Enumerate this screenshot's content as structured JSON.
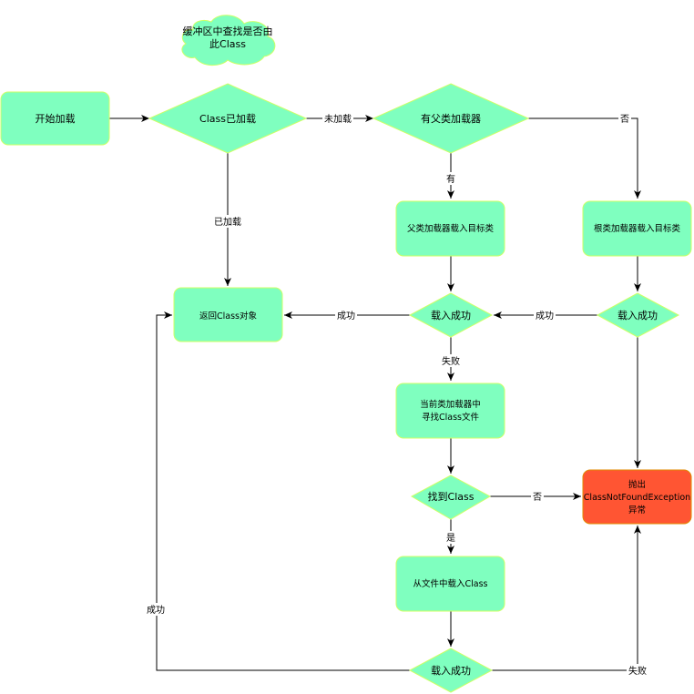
{
  "colors": {
    "node_fill": "#7fffbf",
    "node_stroke": "#ccff66",
    "error_fill": "#ff5533",
    "error_stroke": "#e08a00",
    "cloud_fill": "#7fffbf",
    "edge": "#000000"
  },
  "nodes": {
    "cloud": {
      "line1": "缓冲区中查找是否由",
      "line2": "此Class"
    },
    "start": {
      "label": "开始加载"
    },
    "class_loaded": {
      "label": "Class已加载"
    },
    "has_parent": {
      "label": "有父类加载器"
    },
    "parent_load": {
      "label": "父类加载器载入目标类"
    },
    "root_load": {
      "label": "根类加载器载入目标类"
    },
    "return_obj": {
      "label": "返回Class对象"
    },
    "load_ok_1": {
      "label": "载入成功"
    },
    "load_ok_2": {
      "label": "载入成功"
    },
    "find_file": {
      "line1": "当前类加载器中",
      "line2": "寻找Class文件"
    },
    "found_class": {
      "label": "找到Class"
    },
    "exception": {
      "line1": "抛出",
      "line2": "ClassNotFoundException",
      "line3": "异常"
    },
    "load_from_file": {
      "label": "从文件中载入Class"
    },
    "load_ok_3": {
      "label": "载入成功"
    }
  },
  "edges": {
    "not_loaded": "未加载",
    "no_parent": "否",
    "has_parent_yes": "有",
    "already_loaded": "已加载",
    "success_to_return": "成功",
    "success_from_root": "成功",
    "fail": "失败",
    "not_found": "否",
    "found_yes": "是",
    "success_loop": "成功",
    "fail_final": "失败"
  }
}
